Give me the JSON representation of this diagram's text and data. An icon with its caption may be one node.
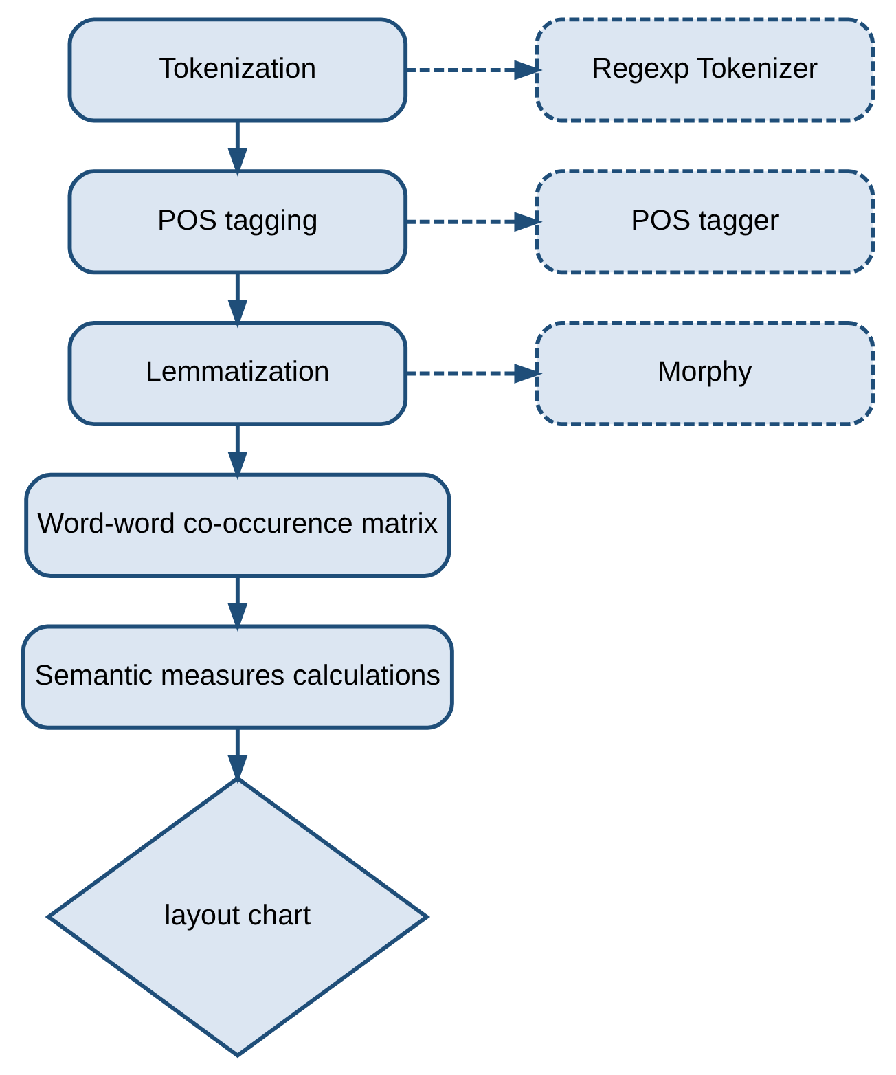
{
  "diagram": {
    "nodes": [
      {
        "text": [
          "Tokenization"
        ]
      },
      {
        "text": [
          "Regexp Tokenizer"
        ]
      },
      {
        "text": [
          "POS tagging"
        ]
      },
      {
        "text": [
          "POS tagger"
        ]
      },
      {
        "text": [
          "Lemmatization"
        ]
      },
      {
        "text": [
          "Morphy"
        ]
      },
      {
        "text": [
          "Word-word co-occurence matrix"
        ]
      },
      {
        "text": [
          "Semantic measures calculations"
        ]
      },
      {
        "text": [
          "layout chart"
        ]
      }
    ],
    "edges": [
      {
        "from": 0,
        "to": 1,
        "arrow": "to",
        "style": "dashed"
      },
      {
        "from": 0,
        "to": 2,
        "arrow": "to"
      },
      {
        "from": 2,
        "to": 3,
        "arrow": "to",
        "style": "dashed"
      },
      {
        "from": 2,
        "to": 4,
        "arrow": "to"
      },
      {
        "from": 4,
        "to": 5,
        "arrow": "to",
        "style": "dashed"
      },
      {
        "from": 4,
        "to": 6,
        "arrow": "to"
      },
      {
        "from": 6,
        "to": 7,
        "arrow": "to"
      },
      {
        "from": 7,
        "to": 8,
        "arrow": "to"
      }
    ]
  }
}
